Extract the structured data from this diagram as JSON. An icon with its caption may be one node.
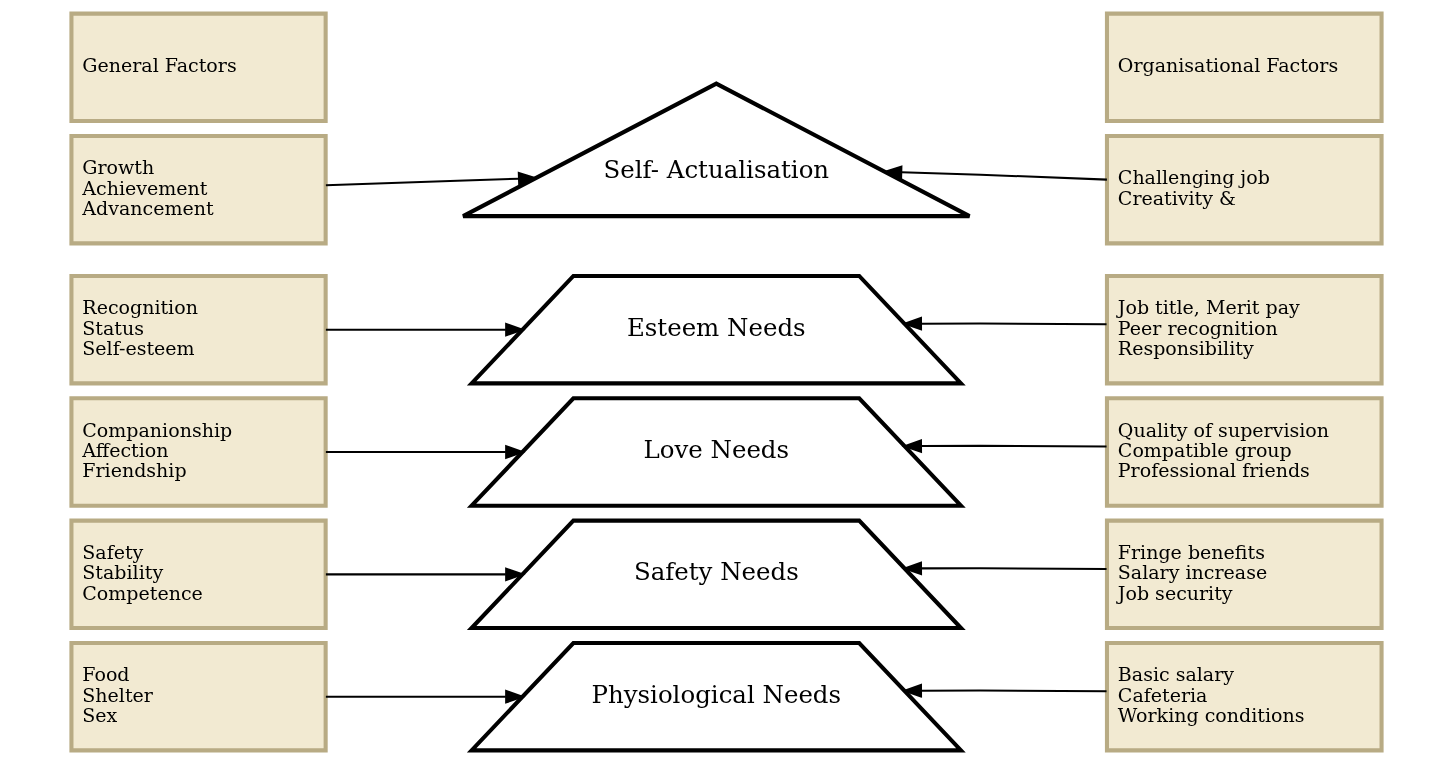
{
  "diagram": {
    "nodes": [
      {
        "text": [
          "General Factors"
        ]
      },
      {
        "text": [
          "Organisational Factors"
        ]
      },
      {
        "text": [
          "Growth",
          "Achievement",
          "Advancement"
        ]
      },
      {
        "text": [
          "Recognition",
          "Status",
          "Self-esteem"
        ]
      },
      {
        "text": [
          "Companionship",
          "Affection",
          "Friendship"
        ]
      },
      {
        "text": [
          "Safety",
          "Stability",
          "Competence"
        ]
      },
      {
        "text": [
          "Food",
          "Shelter",
          "Sex"
        ]
      },
      {
        "text": [
          "Self- Actualisation"
        ]
      },
      {
        "text": [
          "Esteem Needs"
        ]
      },
      {
        "text": [
          "Love Needs"
        ]
      },
      {
        "text": [
          "Safety Needs"
        ]
      },
      {
        "text": [
          "Physiological Needs"
        ]
      },
      {
        "text": [
          "Challenging job",
          "Creativity &"
        ]
      },
      {
        "text": [
          "Job title, Merit pay",
          "Peer recognition",
          "Responsibility"
        ]
      },
      {
        "text": [
          "Quality of supervision",
          "Compatible group",
          "Professional friends"
        ]
      },
      {
        "text": [
          "Fringe benefits",
          "Salary increase",
          "Job security"
        ]
      },
      {
        "text": [
          "Basic salary",
          "Cafeteria",
          "Working conditions"
        ]
      }
    ],
    "edges": [
      {
        "from": 2,
        "to": 7,
        "arrow": "to"
      },
      {
        "from": 3,
        "to": 8,
        "arrow": "to"
      },
      {
        "from": 4,
        "to": 9,
        "arrow": "to"
      },
      {
        "from": 5,
        "to": 10,
        "arrow": "to"
      },
      {
        "from": 6,
        "to": 11,
        "arrow": "to"
      },
      {
        "from": 12,
        "to": 7,
        "arrow": "to"
      },
      {
        "from": 13,
        "to": 8,
        "arrow": "to"
      },
      {
        "from": 14,
        "to": 9,
        "arrow": "to"
      },
      {
        "from": 15,
        "to": 10,
        "arrow": "to"
      },
      {
        "from": 16,
        "to": 11,
        "arrow": "to"
      }
    ]
  }
}
